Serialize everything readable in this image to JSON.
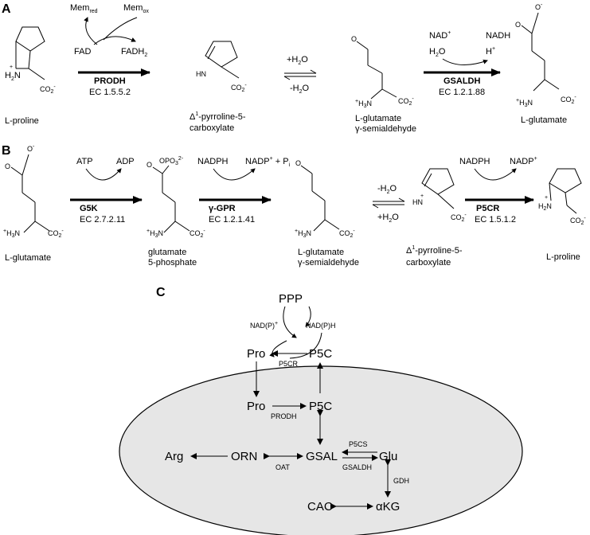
{
  "panels": {
    "a": "A",
    "b": "B",
    "c": "C"
  },
  "panel_a": {
    "mem_red": "Mem",
    "mem_red_sub": "red",
    "mem_ox": "Mem",
    "mem_ox_sub": "ox",
    "fad": "FAD",
    "fadh2": "FADH",
    "fadh2_sub": "2",
    "enzyme1": "PRODH",
    "ec1": "EC 1.5.5.2",
    "plus_h2o": "+H",
    "plus_h2o_sub": "2",
    "plus_h2o_end": "O",
    "minus_h2o": "-H",
    "minus_h2o_sub": "2",
    "minus_h2o_end": "O",
    "nad_plus": "NAD",
    "nad_plus_sup": "+",
    "nadh": "NADH",
    "h2o": "H",
    "h2o_sub": "2",
    "h2o_end": "O",
    "h_plus": "H",
    "h_plus_sup": "+",
    "enzyme2": "GSALDH",
    "ec2": "EC 1.2.1.88",
    "mol1_name": "L-proline",
    "mol2_name_line1": "-pyrroline-5-",
    "mol2_delta": "Δ",
    "mol2_sup": "1",
    "mol2_name_line2": "carboxylate",
    "mol3_name_line1": "L-glutamate",
    "mol3_name_line2": "γ-semialdehyde",
    "mol4_name": "L-glutamate",
    "atom_h2n": "H",
    "atom_h2n_sub": "2",
    "atom_h2n_end": "N",
    "atom_plus": "+",
    "atom_co2": "CO",
    "atom_co2_sub": "2",
    "atom_co2_sup": "-",
    "atom_hn": "HN",
    "atom_o": "O",
    "atom_osup": "-",
    "atom_h3n": "H",
    "atom_h3n_pre": "+",
    "atom_h3n_sub": "3",
    "atom_h3n_end": "N"
  },
  "panel_b": {
    "atp": "ATP",
    "adp": "ADP",
    "enzyme1": "G5K",
    "ec1": "EC 2.7.2.11",
    "nadph": "NADPH",
    "nadp_plus": "NADP",
    "nadp_sup": "+",
    "plus_pi": " + P",
    "pi_sub": "i",
    "enzyme2": "γ-GPR",
    "ec2": "EC 1.2.1.41",
    "minus_h2o": "-H",
    "minus_h2o_sub": "2",
    "minus_h2o_end": "O",
    "plus_h2o": "+H",
    "plus_h2o_sub": "2",
    "plus_h2o_end": "O",
    "nadph2": "NADPH",
    "nadp_plus2": "NADP",
    "nadp_sup2": "+",
    "enzyme3": "P5CR",
    "ec3": "EC 1.5.1.2",
    "mol1_name": "L-glutamate",
    "mol2_name_line1": "glutamate",
    "mol2_name_line2": "5-phosphate",
    "mol3_name_line1": "L-glutamate",
    "mol3_name_line2": "γ-semialdehyde",
    "mol4_name_line1": "-pyrroline-5-",
    "mol4_delta": "Δ",
    "mol4_sup": "1",
    "mol4_name_line2": "carboxylate",
    "mol5_name": "L-proline",
    "opo3": "OPO",
    "opo3_sub": "3",
    "opo3_sup": "2-"
  },
  "panel_c": {
    "ppp": "PPP",
    "nadp_plus": "NAD(P)",
    "nadp_plus_sup": "+",
    "nadph": "NAD(P)H",
    "pro_cyto": "Pro",
    "p5c_cyto": "P5C",
    "p5cr": "P5CR",
    "pro_mito": "Pro",
    "p5c_mito": "P5C",
    "prodh": "PRODH",
    "arg": "Arg",
    "orn": "ORN",
    "gsal": "GSAL",
    "glu": "Glu",
    "oat": "OAT",
    "p5cs": "P5CS",
    "gsaldh": "GSALDH",
    "gdh": "GDH",
    "cac": "CAC",
    "akg": "αKG"
  },
  "colors": {
    "mitochondrion_fill": "#e6e6e6"
  }
}
